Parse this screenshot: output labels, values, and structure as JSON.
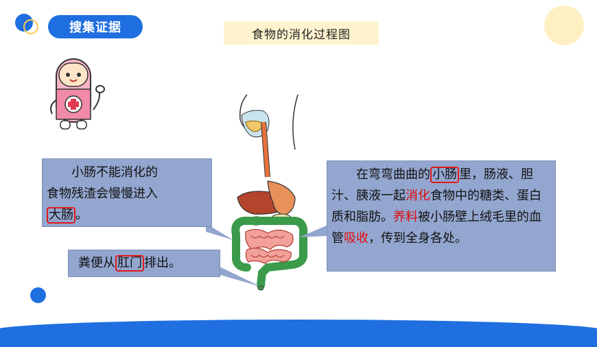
{
  "header": {
    "tag_label": "搜集证据"
  },
  "diagram": {
    "title": "食物的消化过程图"
  },
  "left_callout": {
    "line1": "小肠不能消化的",
    "line2": "食物残渣会慢慢进入",
    "highlight": "大肠",
    "end": "。"
  },
  "anus_callout": {
    "before": "粪便从",
    "highlight": "肛门",
    "after": "排出。"
  },
  "right_callout": {
    "p1": "在弯弯曲曲的",
    "h1": "小肠",
    "p2": "里，肠液、胆汁、胰液一起",
    "red1": "消化",
    "p3": "食物中的糖类、蛋白质和脂肪。",
    "red2": "养料",
    "p4": "被小肠壁上绒毛里的血管",
    "red3": "吸收",
    "p5": "，传到全身各处。"
  },
  "colors": {
    "accent_blue": "#1f6fe0",
    "callout_bg": "#93a6cf",
    "title_bg": "#fff3cf",
    "highlight_red": "#e31919"
  }
}
